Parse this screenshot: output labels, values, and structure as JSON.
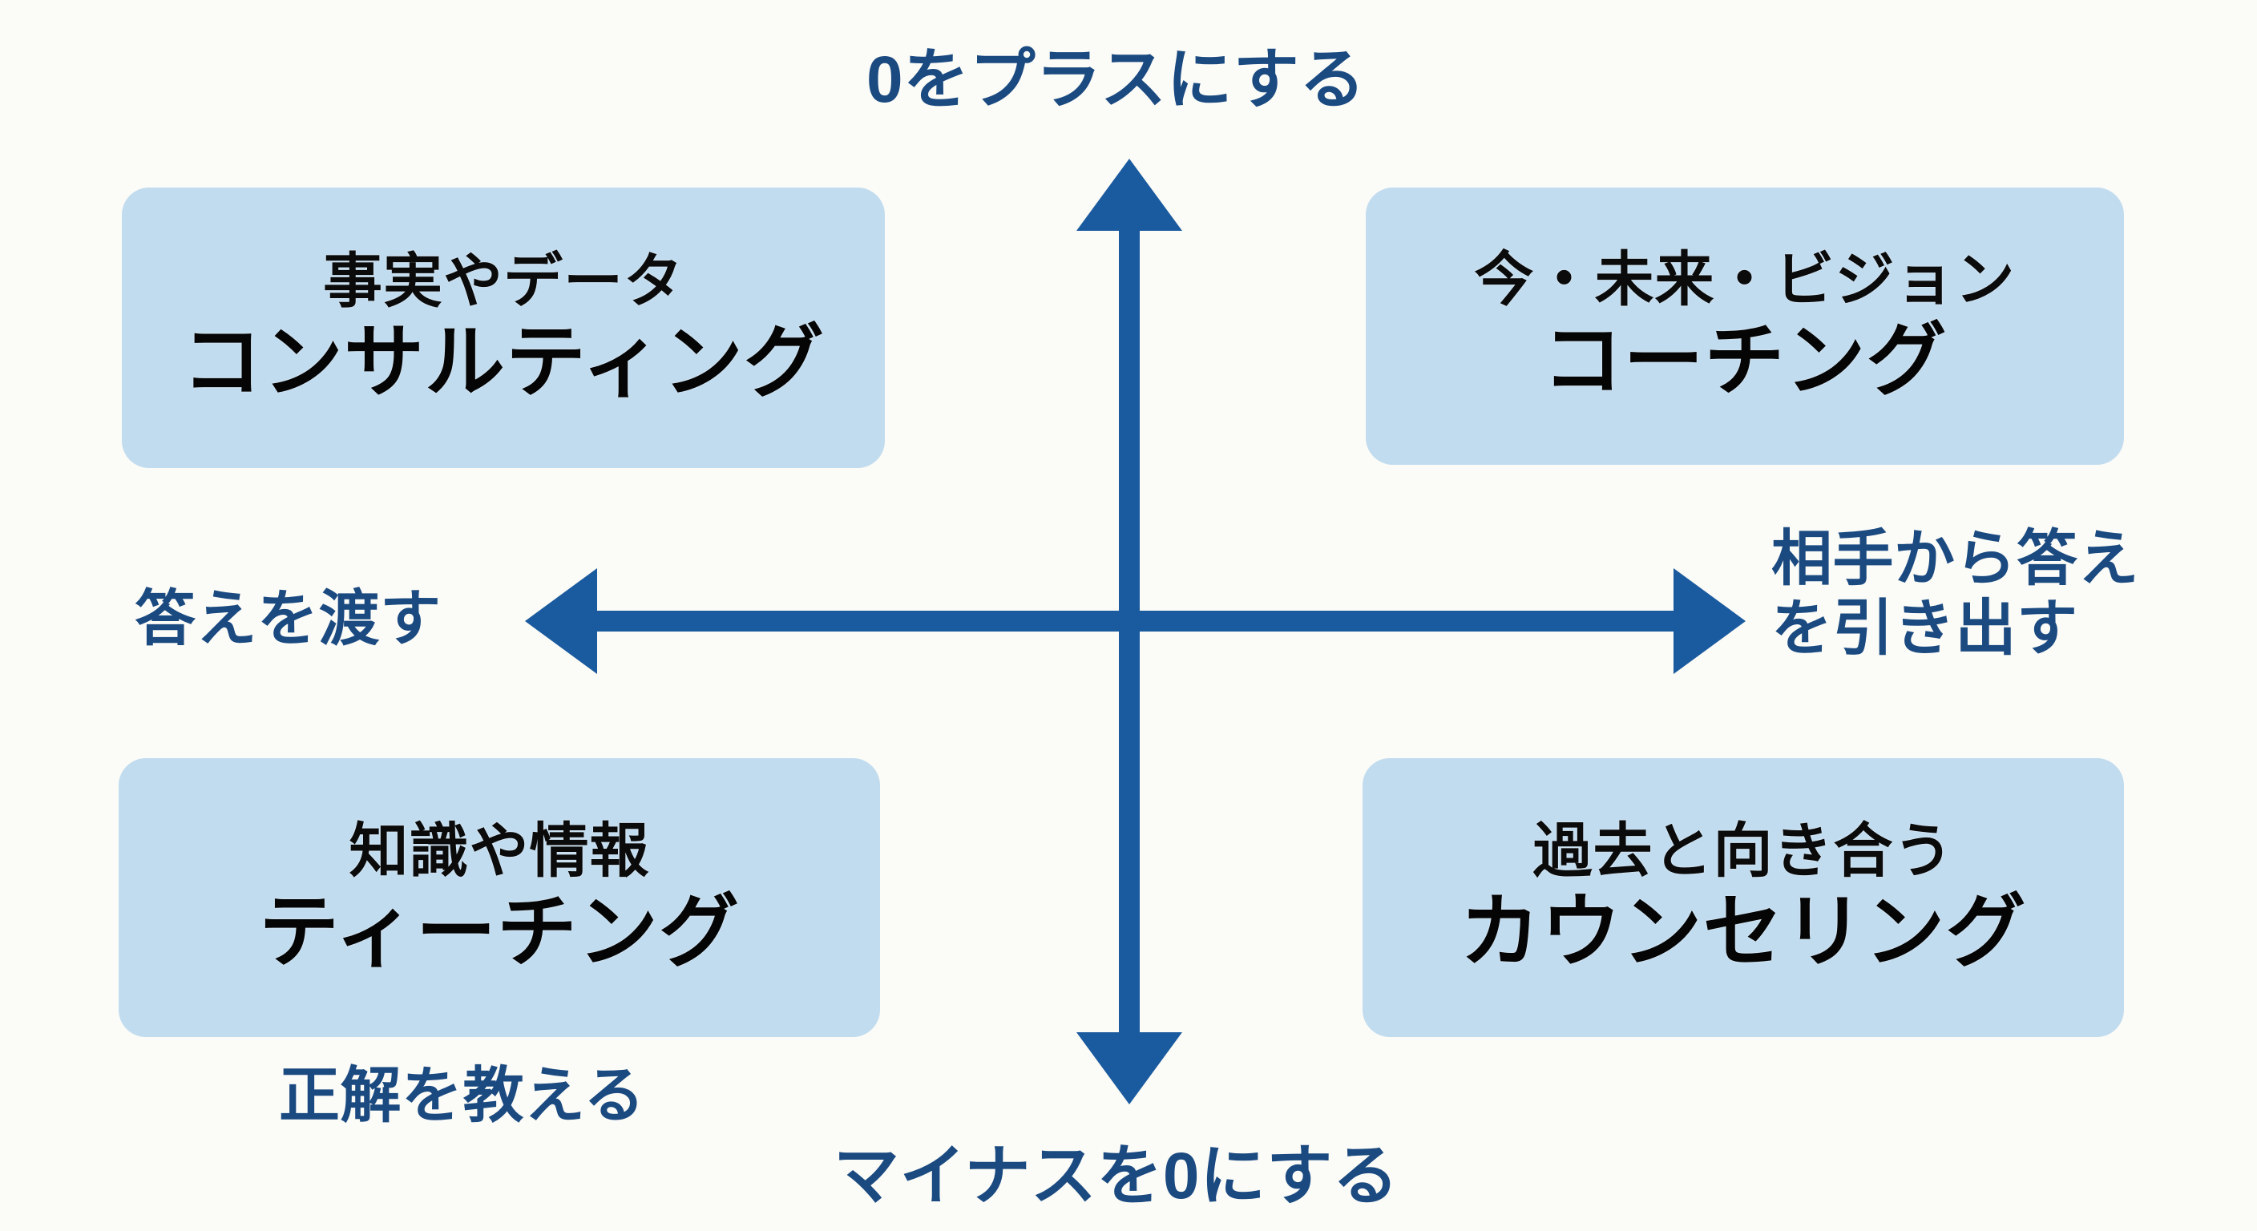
{
  "diagram": {
    "title_implicit": "コーチング・ティーチング・コンサルティング・カウンセリング比較マトリクス",
    "colors": {
      "background": "#fbfbf7",
      "axis": "#1a5a9e",
      "axis_label_text": "#1b4a80",
      "box_fill": "#c2dcef",
      "box_text": "#050505"
    },
    "axes": {
      "vertical": {
        "top_label": "0をプラスにする",
        "bottom_label": "マイナスを0にする"
      },
      "horizontal": {
        "left_label": "答えを渡す",
        "right_label_line1": "相手から答え",
        "right_label_line2": "を引き出す"
      }
    },
    "quadrants": [
      {
        "position": "top-left",
        "subtitle": "事実やデータ",
        "title": "コンサルティング"
      },
      {
        "position": "top-right",
        "subtitle": "今・未来・ビジョン",
        "title": "コーチング"
      },
      {
        "position": "bottom-left",
        "subtitle": "知識や情報",
        "title": "ティーチング",
        "note": "正解を教える"
      },
      {
        "position": "bottom-right",
        "subtitle": "過去と向き合う",
        "title": "カウンセリング"
      }
    ]
  }
}
